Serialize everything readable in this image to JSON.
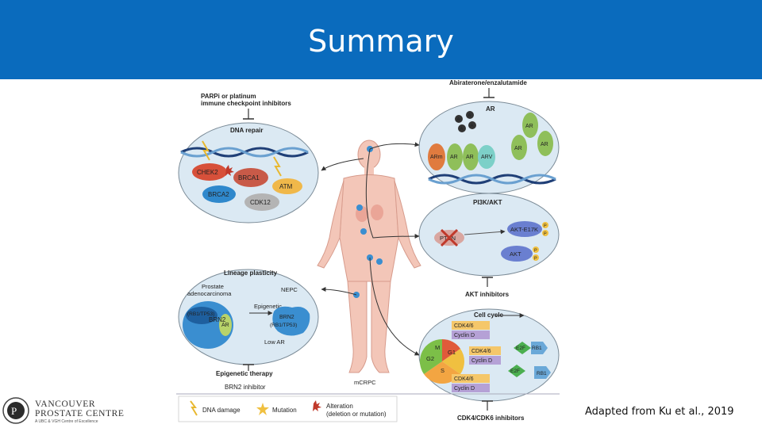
{
  "slide": {
    "title": "Summary",
    "credit": "Adapted from Ku et al., 2019"
  },
  "logo": {
    "line1": "VANCOUVER",
    "line2": "PROSTATE CENTRE",
    "tagline": "A UBC & VGH Centre of Excellence"
  },
  "figure": {
    "top_left": {
      "therapy": "PARPi or platinum",
      "therapy2": "immune checkpoint inhibitors",
      "title": "DNA repair",
      "genes": [
        "CHEK2",
        "BRCA1",
        "ATM",
        "BRCA2",
        "CDK12"
      ]
    },
    "top_right": {
      "therapy": "Abiraterone/enzalutamide",
      "title": "AR",
      "ligand": "A",
      "receptors": [
        "ARm",
        "AR",
        "AR",
        "ARV",
        "AR",
        "AR",
        "AR"
      ]
    },
    "mid_right": {
      "title": "PI3K/AKT",
      "pten": "PTEN",
      "akt_e17k": "AKT-E17K",
      "akt": "AKT",
      "phospho": "P",
      "therapy": "AKT inhibitors"
    },
    "bottom_left": {
      "title": "Lineage plasticity",
      "prostate": "Prostate",
      "adeno": "adenocarcinoma",
      "nepc": "NEPC",
      "epigenetic": "Epigenetic",
      "rb1": "(RB1/TP53)",
      "ar": "AR",
      "brn2_left": "BRN2",
      "brn2_right": "BRN2",
      "rb1_right": "(RB1/TP53)",
      "low_ar": "Low AR",
      "therapy": "Epigenetic therapy",
      "inhibitor": "BRN2 inhibitor"
    },
    "bottom_right": {
      "title": "Cell cycle",
      "cdk1": "CDK4/6",
      "cyclin1": "Cyclin D",
      "cdk2": "CDK4/6",
      "cyclin2": "Cyclin D",
      "cdk3": "CDK4/6",
      "cyclin3": "Cyclin D",
      "phases": [
        "M",
        "G1",
        "G2",
        "S"
      ],
      "e2f1": "E2F",
      "rb1_a": "RB1",
      "e2f2": "E2F",
      "rb1_b": "RB1",
      "therapy": "CDK4/CDK6 inhibitors"
    },
    "center": {
      "mcrpc": "mCRPC"
    },
    "legend": {
      "dna_damage": "DNA damage",
      "mutation": "Mutation",
      "alteration": "Alteration",
      "alteration2": "(deletion or mutation)"
    }
  }
}
